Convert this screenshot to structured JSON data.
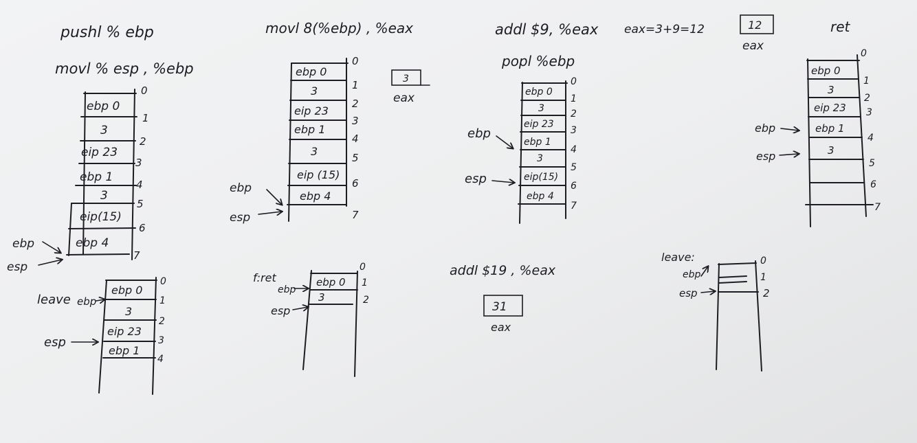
{
  "panels": {
    "p1": {
      "title1": "pushl % ebp",
      "title2": "movl % esp , %ebp",
      "cells": [
        "ebp 0",
        "3",
        "eip 23",
        "ebp 1",
        "3",
        "eip(15)",
        "ebp 4"
      ],
      "indices": [
        "0",
        "1",
        "2",
        "3",
        "4",
        "5",
        "6",
        "7"
      ],
      "ebp": "ebp",
      "esp": "esp"
    },
    "p2": {
      "title": "movl 8(%ebp) , %eax",
      "cells": [
        "ebp 0",
        "3",
        "eip 23",
        "ebp 1",
        "3",
        "eip (15)",
        "ebp 4"
      ],
      "indices": [
        "0",
        "1",
        "2",
        "3",
        "4",
        "5",
        "6",
        "7"
      ],
      "ebp": "ebp",
      "esp": "esp",
      "eax_value": "3",
      "eax_label": "eax"
    },
    "p3": {
      "title1": "addl $9, %eax",
      "note": "eax=3+9=12",
      "eax_value": "12",
      "eax_label": "eax",
      "title2": "popl %ebp",
      "cells": [
        "ebp 0",
        "3",
        "eip 23",
        "ebp 1",
        "3",
        "eip(15)",
        "ebp 4"
      ],
      "indices": [
        "0",
        "1",
        "2",
        "3",
        "4",
        "5",
        "6",
        "7"
      ],
      "ebp": "ebp",
      "esp": "esp"
    },
    "p4": {
      "title": "ret",
      "cells": [
        "ebp 0",
        "3",
        "eip 23",
        "ebp 1",
        "3",
        "",
        ""
      ],
      "indices": [
        "0",
        "1",
        "2",
        "3",
        "4",
        "5",
        "6",
        "7"
      ],
      "ebp": "ebp",
      "esp": "esp"
    },
    "p5": {
      "title": "leave",
      "cells": [
        "ebp 0",
        "3",
        "eip 23",
        "ebp 1"
      ],
      "indices": [
        "0",
        "1",
        "2",
        "3",
        "4"
      ],
      "ebp": "ebp",
      "esp": "esp"
    },
    "p6": {
      "title": "f:ret",
      "cells": [
        "ebp 0",
        "3"
      ],
      "indices": [
        "0",
        "1",
        "2"
      ],
      "ebp": "ebp",
      "esp": "esp"
    },
    "p7": {
      "title": "addl $19 , %eax",
      "eax_value": "31",
      "eax_label": "eax"
    },
    "p8": {
      "title": "leave:",
      "indices": [
        "0",
        "1",
        "2"
      ],
      "ebp": "ebp",
      "esp": "esp"
    }
  }
}
